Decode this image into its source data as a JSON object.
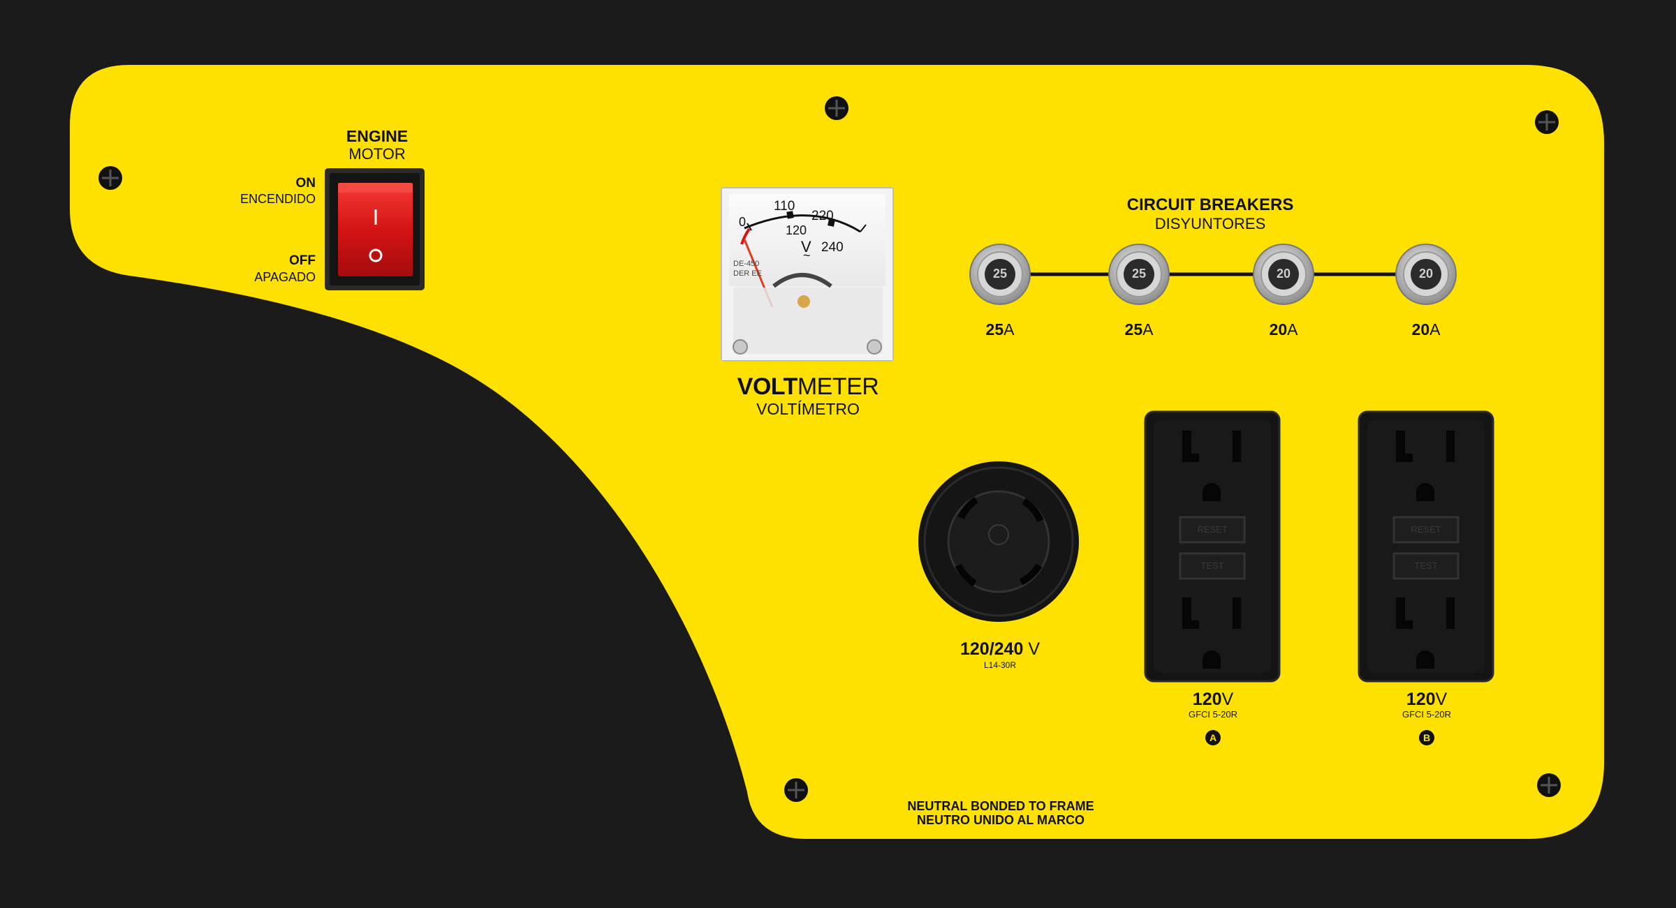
{
  "colors": {
    "panel": "#ffe100",
    "background": "#1b1b1b",
    "switch": "#e21b1b",
    "ink": "#111111"
  },
  "engine": {
    "title": "ENGINE",
    "title_es": "MOTOR",
    "on": "ON",
    "on_es": "ENCENDIDO",
    "off": "OFF",
    "off_es": "APAGADO",
    "switch_on_symbol": "I",
    "switch_off_symbol": "O",
    "switch_position": "off"
  },
  "voltmeter": {
    "title_bold": "VOLT",
    "title_light": "METER",
    "title_es": "VOLTÍMETRO",
    "scale": {
      "zero": "0",
      "mark_110": "110",
      "mark_120": "120",
      "mark_220": "220",
      "mark_240": "240",
      "unit": "V",
      "ac": "~"
    },
    "model": "DE-450",
    "model_sub": "DER EE",
    "reading_v": 0
  },
  "breakers": {
    "title": "CIRCUIT BREAKERS",
    "title_es": "DISYUNTORES",
    "items": [
      {
        "cap": "25",
        "value": "25",
        "unit": "A"
      },
      {
        "cap": "25",
        "value": "25",
        "unit": "A"
      },
      {
        "cap": "20",
        "value": "20",
        "unit": "A"
      },
      {
        "cap": "20",
        "value": "20",
        "unit": "A"
      }
    ]
  },
  "twistlock": {
    "voltage": "120/240",
    "unit": "V",
    "model": "L14-30R"
  },
  "gfci_outlets": [
    {
      "voltage": "120",
      "unit": "V",
      "model": "GFCI 5-20R",
      "id": "A",
      "reset": "RESET",
      "test": "TEST"
    },
    {
      "voltage": "120",
      "unit": "V",
      "model": "GFCI 5-20R",
      "id": "B",
      "reset": "RESET",
      "test": "TEST"
    }
  ],
  "notice": {
    "line1": "NEUTRAL BONDED TO FRAME",
    "line2": "NEUTRO UNIDO AL MARCO"
  }
}
